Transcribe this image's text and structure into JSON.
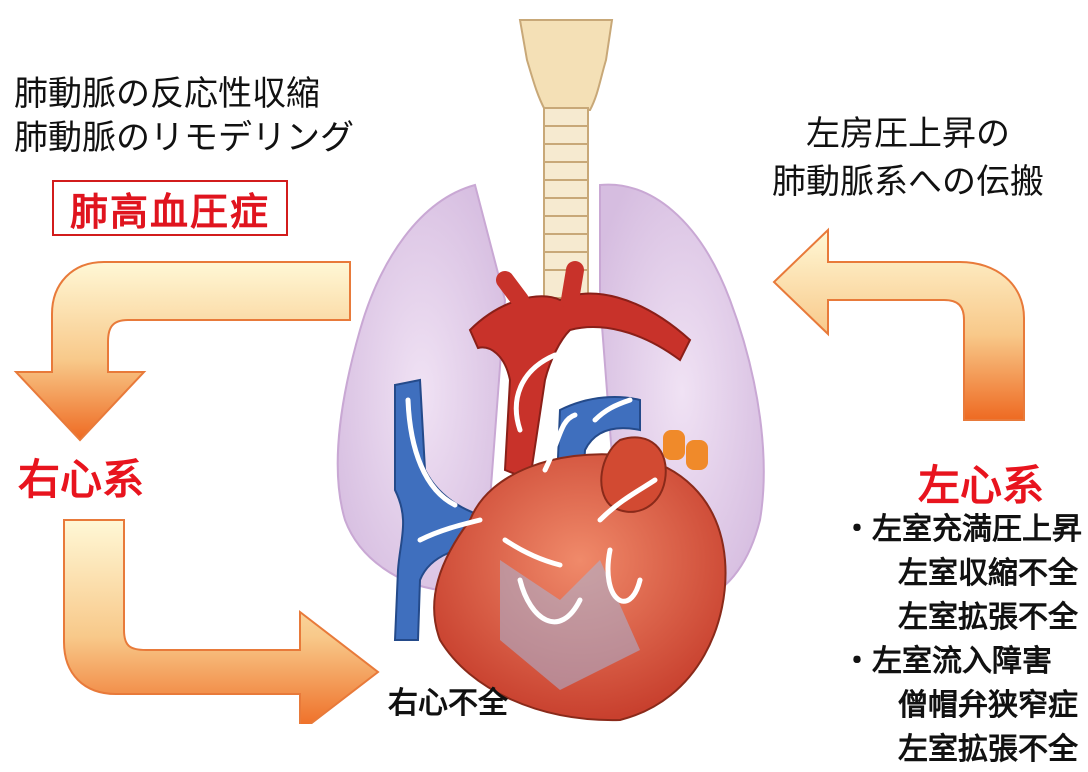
{
  "left_mechanisms": [
    "肺動脈の反応性収縮",
    "肺動脈のリモデリング"
  ],
  "pulmonary_hypertension_label": "肺高血圧症",
  "right_mechanism": [
    "左房圧上昇の",
    "肺動脈系への伝搬"
  ],
  "right_heart_system_label": "右心系",
  "left_heart_system_label": "左心系",
  "right_heart_failure_label": "右心不全",
  "left_heart_causes": [
    {
      "text": "・左室充満圧上昇",
      "level": 0
    },
    {
      "text": "左室収縮不全",
      "level": 1
    },
    {
      "text": "左室拡張不全",
      "level": 1
    },
    {
      "text": "・左室流入障害",
      "level": 0
    },
    {
      "text": "僧帽弁狭窄症",
      "level": 1
    },
    {
      "text": "左室拡張不全",
      "level": 1
    }
  ],
  "colors": {
    "accent_red": "#e8141e",
    "arrow_light": "#fff4c8",
    "arrow_dark": "#f07a2a",
    "lung": "#e8d4ee",
    "artery": "#c8322a",
    "vein": "#3f6fbe"
  }
}
